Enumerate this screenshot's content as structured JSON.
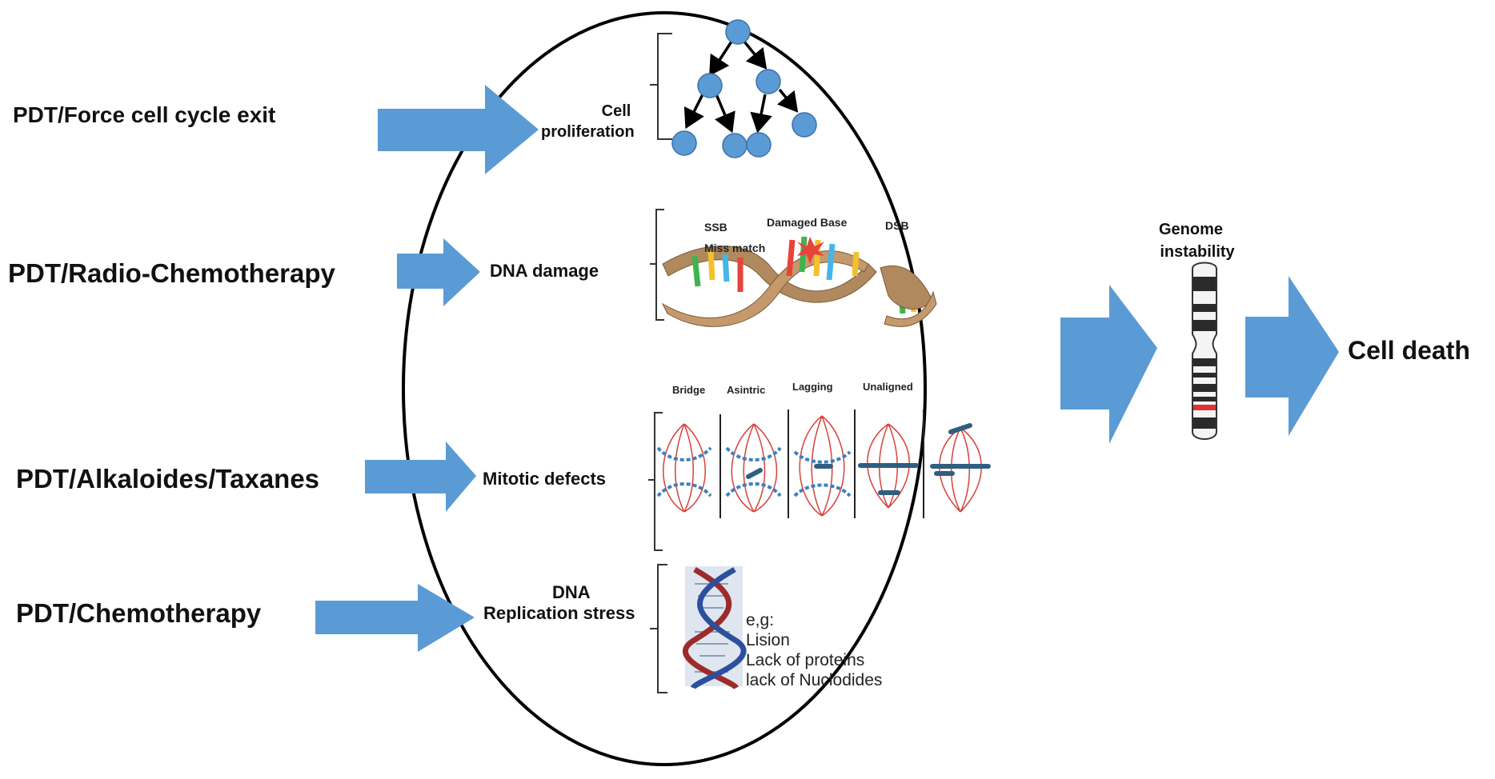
{
  "therapies": {
    "force_exit": "PDT/Force cell cycle exit",
    "radio_chemo": "PDT/Radio-Chemotherapy",
    "alkaloides": "PDT/Alkaloides/Taxanes",
    "chemo": "PDT/Chemotherapy"
  },
  "mechanisms": {
    "proliferation_line1": "Cell",
    "proliferation_line2": "proliferation",
    "dna_damage": "DNA damage",
    "mitotic_defects": "Mitotic defects",
    "replication_line1": "DNA",
    "replication_line2": "Replication stress"
  },
  "dna_damage_labels": {
    "ssb": "SSB",
    "damaged_base": "Damaged Base",
    "dsb": "DSB",
    "mismatch": "Miss match"
  },
  "mitotic_labels": {
    "bridge": "Bridge",
    "asintric": "Asintric",
    "lagging": "Lagging",
    "unaligned": "Unaligned"
  },
  "replication_examples": {
    "eg": "e,g:",
    "lesion": "Lision",
    "proteins": "Lack of proteins",
    "nucleotides": "lack of Nuclodides"
  },
  "outcome": {
    "genome_line1": "Genome",
    "genome_line2": "instability",
    "cell_death": "Cell death"
  },
  "colors": {
    "arrow": "#5b9bd5",
    "cell_node": "#5b9bd5",
    "ellipse_stroke": "#000000",
    "spindle": "#d9413a",
    "chromosome": "#3f7fc0",
    "helix_red": "#9c2b2b",
    "helix_blue": "#2c4f9e",
    "ribbon": "#b08a5e"
  },
  "icons": {
    "input_arrow": "block-arrow-right",
    "lineage_tree": "cell-division-tree",
    "dna_ribbon": "dna-ribbon",
    "spindle": "mitotic-spindle",
    "double_helix": "dna-double-helix",
    "chromosome": "chromosome"
  }
}
